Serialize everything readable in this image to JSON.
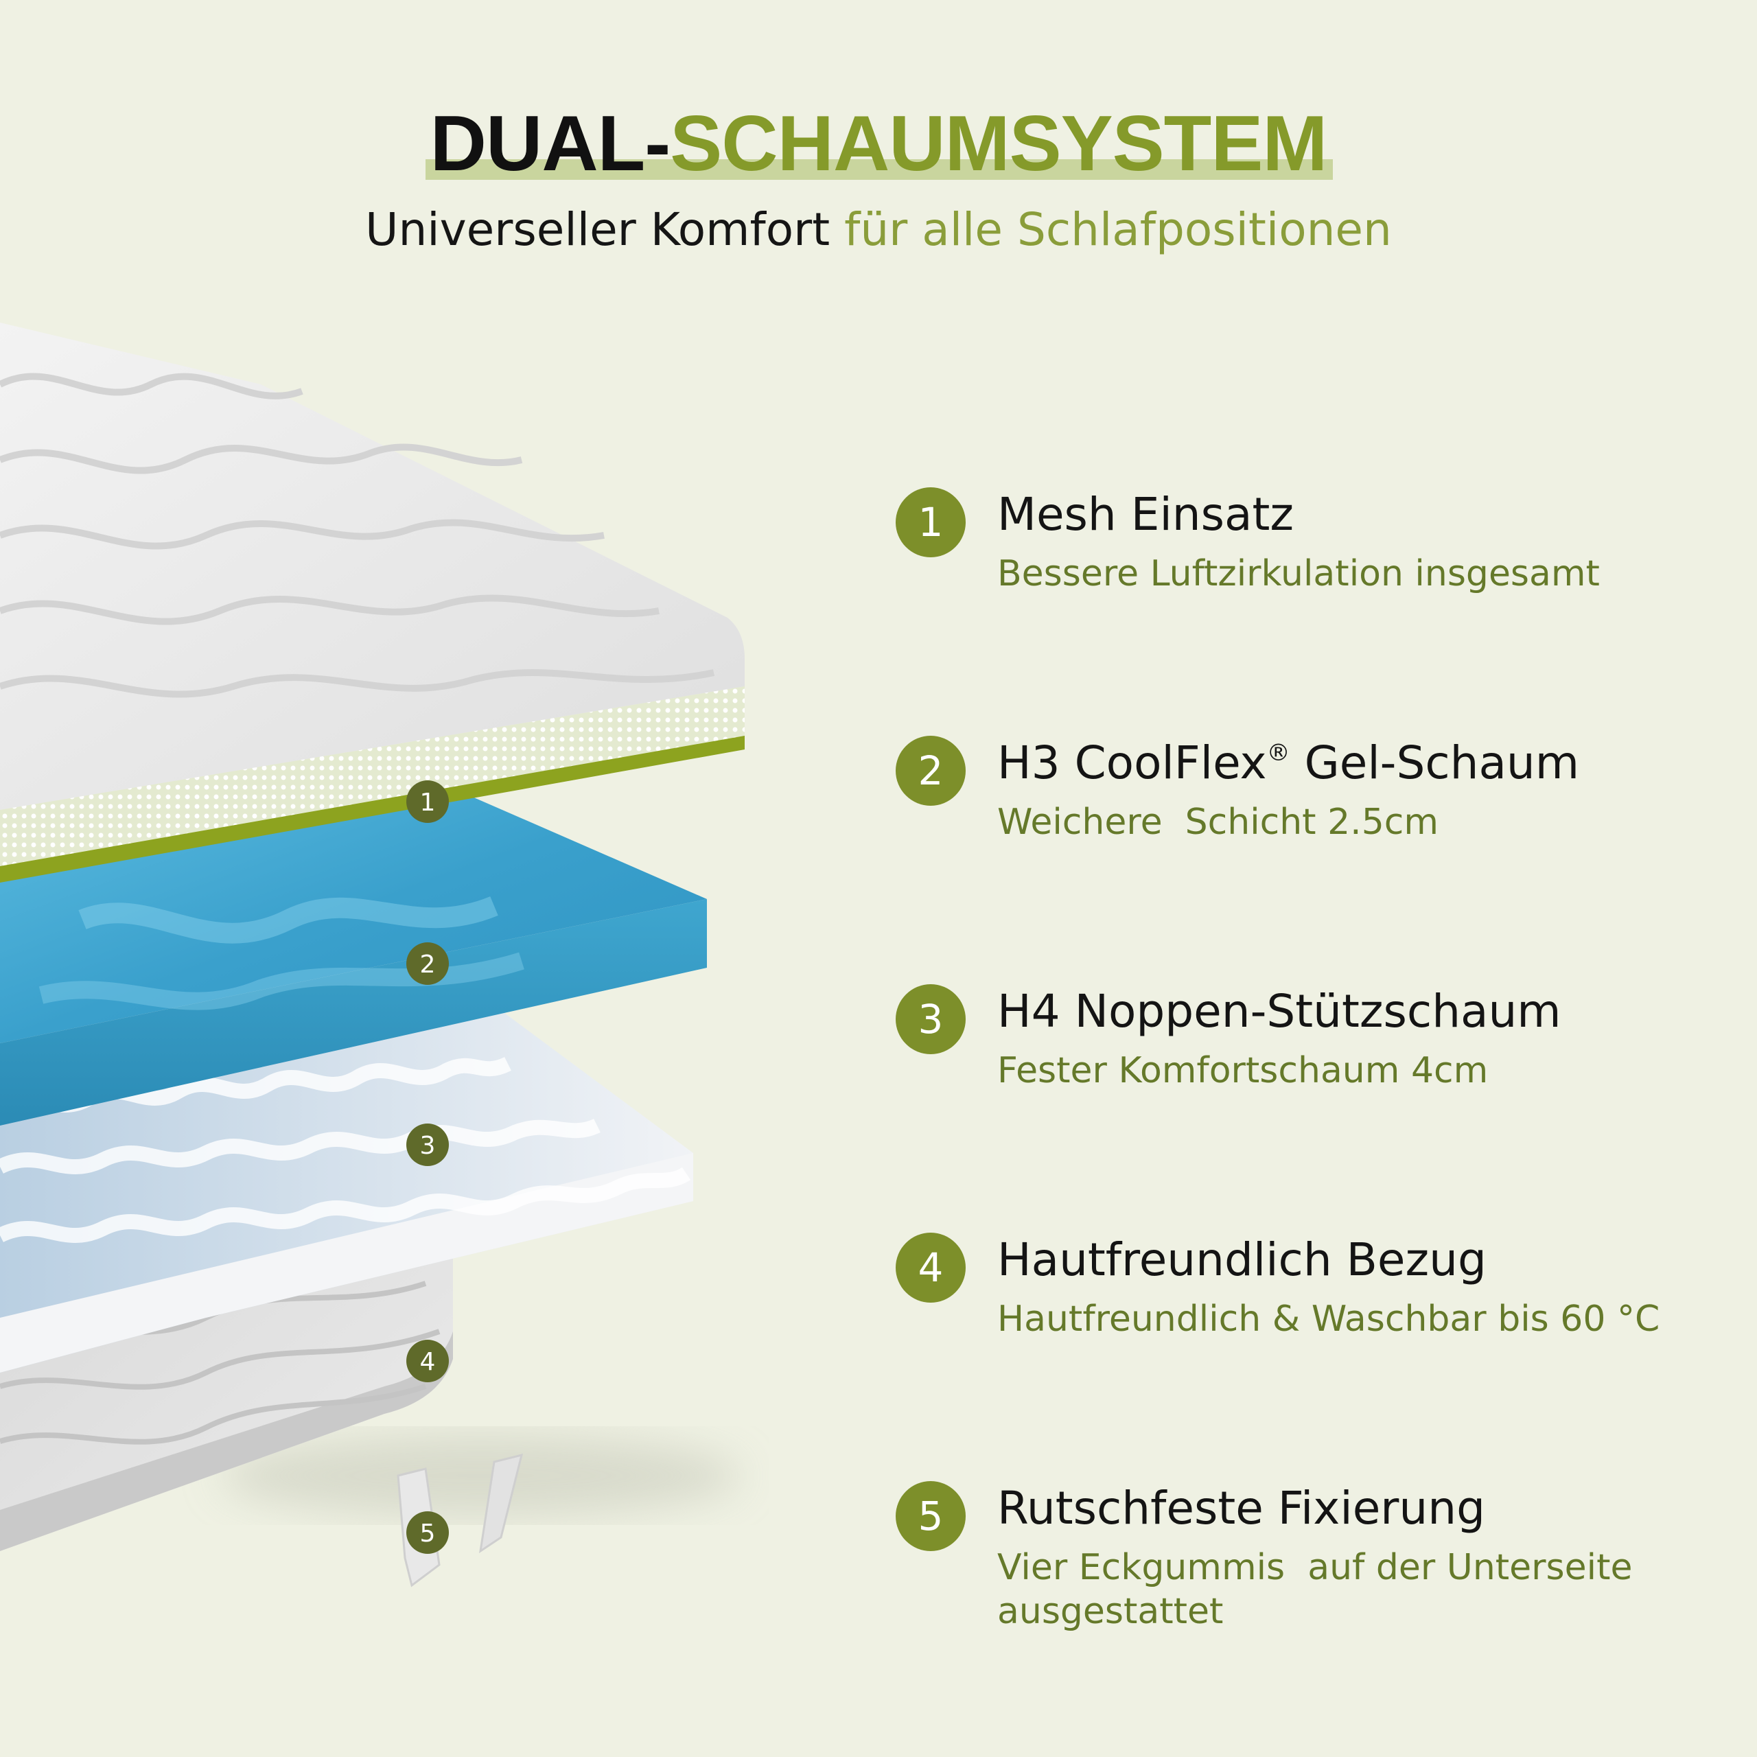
{
  "header": {
    "title_dark": "DUAL-",
    "title_green": "SCHAUMSYSTEM",
    "subtitle_dark": "Universeller Komfort ",
    "subtitle_green": "für alle Schlafpositionen"
  },
  "layer_markers": [
    "1",
    "2",
    "3",
    "4",
    "5"
  ],
  "features": [
    {
      "number": "1",
      "title": "Mesh Einsatz",
      "description": "Bessere Luftzirkulation insgesamt"
    },
    {
      "number": "2",
      "title": "H3 CoolFlex",
      "title_mark": "®",
      "title_suffix": " Gel-Schaum",
      "description": "Weichere  Schicht 2.5cm"
    },
    {
      "number": "3",
      "title": "H4 Noppen-Stützschaum",
      "description": "Fester Komfortschaum 4cm"
    },
    {
      "number": "4",
      "title": "Hautfreundlich Bezug",
      "description": "Hautfreundlich & Waschbar bis 60 °C"
    },
    {
      "number": "5",
      "title": "Rutschfeste Fixierung",
      "description": "Vier Eckgummis  auf der Unterseite\nausgestattet"
    }
  ],
  "colors": {
    "background": "#eff1e3",
    "accent_green": "#7d8f2a",
    "title_green": "#859a2a",
    "description_green": "#65792a",
    "gel_blue": "#3fa6cf"
  }
}
